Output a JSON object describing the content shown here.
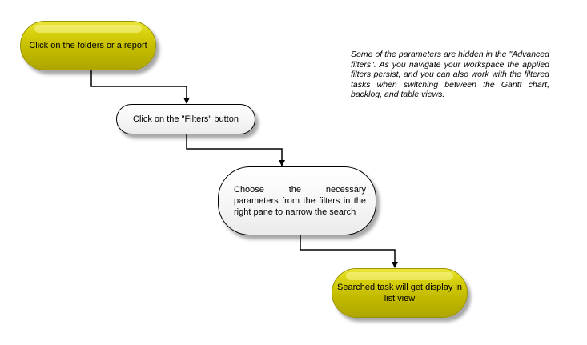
{
  "diagram": {
    "steps": [
      {
        "id": "n1",
        "label": "Click on the folders or a report"
      },
      {
        "id": "n2",
        "label": "Click on the \"Filters\" button"
      },
      {
        "id": "n3",
        "label": "Choose the necessary parameters from the filters in the right pane   to narrow the search"
      },
      {
        "id": "n4",
        "label": "Searched task will get display in list view"
      }
    ],
    "note": "Some of the parameters are hidden in the \"Advanced filters\". As you navigate your workspace the applied filters persist, and you can also work with the filtered tasks when switching between the Gantt chart, backlog, and table views.",
    "colors": {
      "terminal_fill": "#c8c000",
      "process_fill": "#f5f5f5",
      "connector": "#000000"
    }
  }
}
